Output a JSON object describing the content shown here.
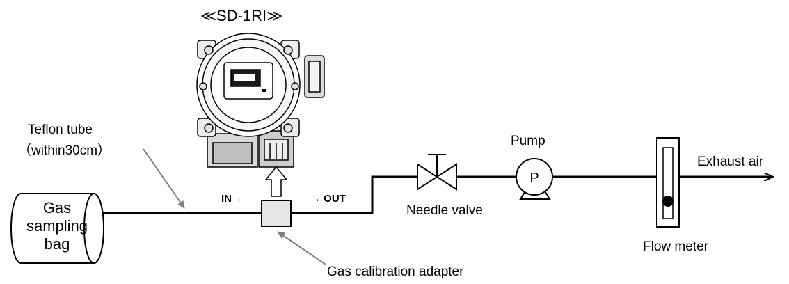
{
  "diagram": {
    "device_title": "≪SD-1RI≫",
    "bag_label": [
      "Gas",
      "sampling",
      "bag"
    ],
    "tube_label": "Teflon tube",
    "tube_note": "（within30cm）",
    "in_label": "IN→",
    "out_label": "→ OUT",
    "adapter_label": "Gas calibration adapter",
    "valve_label": "Needle valve",
    "pump_label": "Pump",
    "pump_letter": "P",
    "flow_label": "Flow meter",
    "exhaust_label": "Exhaust air"
  },
  "colors": {
    "line": "#000000",
    "leader": "#808080",
    "adapter_fill": "#e6e6e6",
    "device_fill": "#d9d9d9"
  }
}
